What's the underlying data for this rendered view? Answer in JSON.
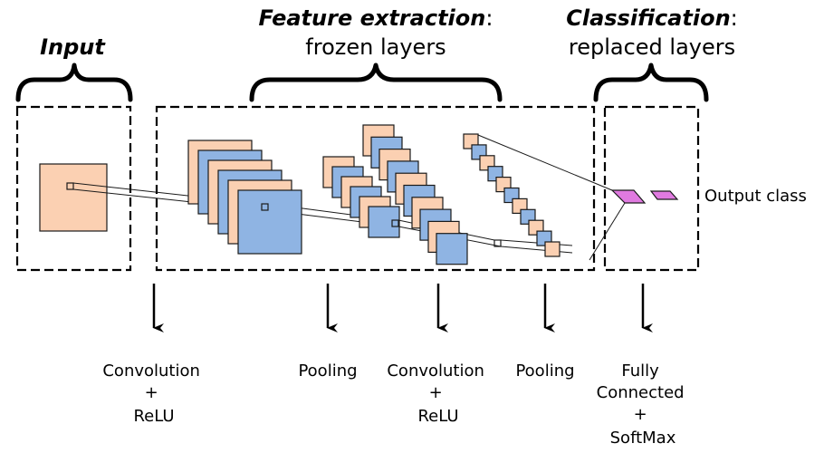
{
  "sections": {
    "input": {
      "title": "Input"
    },
    "feature": {
      "title_bold": "Feature extraction",
      "title_suffix": ":",
      "subtitle": "frozen layers"
    },
    "classification": {
      "title_bold": "Classification",
      "title_suffix": ":",
      "subtitle": "replaced layers"
    }
  },
  "output_label": "Output class",
  "operations": [
    {
      "lines": [
        "Convolution",
        "+",
        "ReLU"
      ]
    },
    {
      "lines": [
        "Pooling"
      ]
    },
    {
      "lines": [
        "Convolution",
        "+",
        "ReLU"
      ]
    },
    {
      "lines": [
        "Pooling"
      ]
    },
    {
      "lines": [
        "Fully",
        "Connected",
        "+",
        "SoftMax"
      ]
    }
  ],
  "colors": {
    "peach": "#fbd0b2",
    "blue": "#8fb4e3",
    "magenta": "#e07ae0",
    "stroke": "#1a1a1a"
  }
}
